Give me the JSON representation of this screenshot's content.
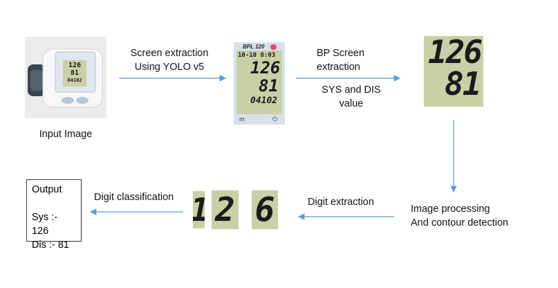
{
  "labels": {
    "input_image": "Input Image",
    "screen_extraction": [
      "Screen extraction",
      "Using YOLO v5"
    ],
    "bp_screen": [
      "BP Screen",
      "extraction"
    ],
    "sys_dis": [
      "SYS and DIS",
      "value"
    ],
    "image_processing": [
      "Image processing",
      "And contour detection"
    ],
    "digit_extraction": "Digit extraction",
    "digit_classification": "Digit classification"
  },
  "device": {
    "brand": "BPL 120",
    "datetime": "10-10 8:03",
    "sys": "126",
    "dia": "81",
    "pulse": "04102"
  },
  "cropped_values": {
    "top": "126",
    "bottom": "81"
  },
  "digits": [
    "1",
    "2",
    "6"
  ],
  "output": {
    "title": "Output",
    "sys": "Sys :- 126",
    "dis": "Dis :- 81"
  },
  "colors": {
    "arrow": "#5b9bd5",
    "lcd": "#c9cfa6"
  }
}
